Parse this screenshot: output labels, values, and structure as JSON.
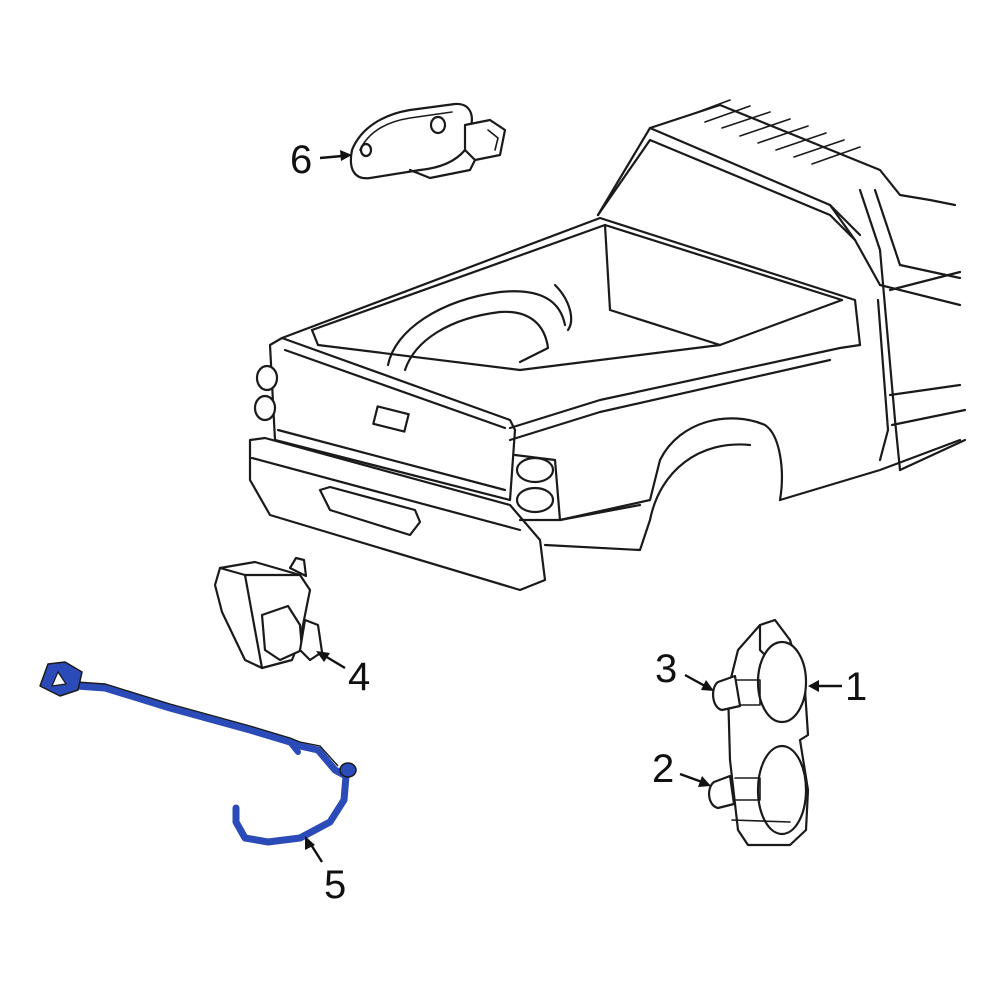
{
  "callouts": {
    "c1": "1",
    "c2": "2",
    "c3": "3",
    "c4": "4",
    "c5": "5",
    "c6": "6"
  },
  "colors": {
    "highlight_part": "#2b4bb8",
    "line": "#1a1a1a",
    "background": "#ffffff"
  }
}
